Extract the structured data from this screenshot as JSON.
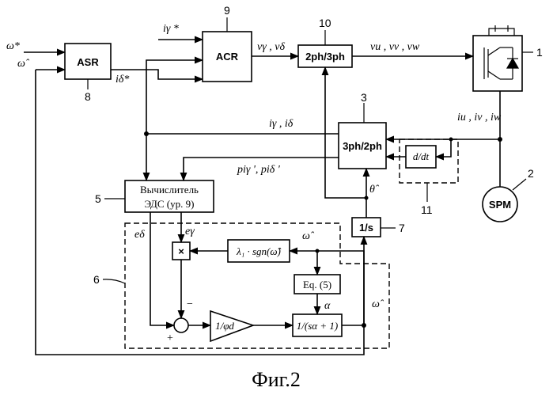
{
  "figure": {
    "caption": "Фиг.2"
  },
  "blocks": {
    "asr": "ASR",
    "acr": "ACR",
    "conv23": "2ph/3ph",
    "conv32": "3ph/2ph",
    "ddt": "d/dt",
    "emf_line1": "Вычислитель",
    "emf_line2": "ЭДС (ур. 9)",
    "integrator": "1/s",
    "eq5": "Eq. (5)",
    "sgn": "λ₁ · sgn(ω̂)",
    "filter": "1/(sα + 1)",
    "gain": "1/φd",
    "mult": "×",
    "motor": "SPM"
  },
  "numbers": {
    "n1": "1",
    "n2": "2",
    "n3": "3",
    "n5": "5",
    "n6": "6",
    "n7": "7",
    "n8": "8",
    "n9": "9",
    "n10": "10",
    "n11": "11"
  },
  "signals": {
    "omega_ref": "ω*",
    "omega_hat": "ω̂",
    "i_gamma_ref": "iγ *",
    "i_delta_ref": "iδ*",
    "v_gamma_delta": "vγ , vδ",
    "v_uvw": "vu , vv , vw",
    "i_uvw": "iu , iv , iw",
    "i_gamma_delta": "iγ , iδ",
    "p_i": "piγ ', piδ '",
    "theta_hat": "θ̂",
    "e_delta": "eδ",
    "e_gamma": "eγ",
    "omega_hat_mid": "ω̂",
    "omega_hat_right": "ω̂",
    "alpha": "α",
    "minus": "−",
    "plus": "+"
  }
}
